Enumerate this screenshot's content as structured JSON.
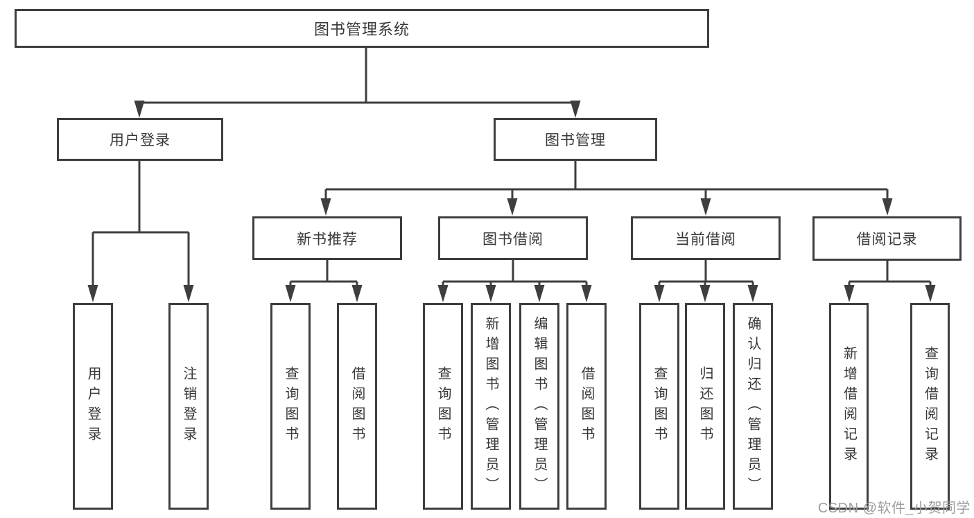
{
  "tree": {
    "root": {
      "label": "图书管理系统"
    },
    "branches": [
      {
        "label": "用户登录",
        "leaves": [
          {
            "label": "用户登录"
          },
          {
            "label": "注销登录"
          }
        ]
      },
      {
        "label": "图书管理",
        "groups": [
          {
            "label": "新书推荐",
            "leaves": [
              {
                "label": "查询图书"
              },
              {
                "label": "借阅图书"
              }
            ]
          },
          {
            "label": "图书借阅",
            "leaves": [
              {
                "label": "查询图书"
              },
              {
                "label": "新增图书（管理员）"
              },
              {
                "label": "编辑图书（管理员）"
              },
              {
                "label": "借阅图书"
              }
            ]
          },
          {
            "label": "当前借阅",
            "leaves": [
              {
                "label": "查询图书"
              },
              {
                "label": "归还图书"
              },
              {
                "label": "确认归还（管理员）"
              }
            ]
          },
          {
            "label": "借阅记录",
            "leaves": [
              {
                "label": "新增借阅记录"
              },
              {
                "label": "查询借阅记录"
              }
            ]
          }
        ]
      }
    ]
  },
  "watermark": "CSDN @软件_小贺同学",
  "colors": {
    "line": "#3e3e40",
    "text": "#37373a",
    "watermark": "#9e9ea0",
    "background": "#ffffff"
  }
}
